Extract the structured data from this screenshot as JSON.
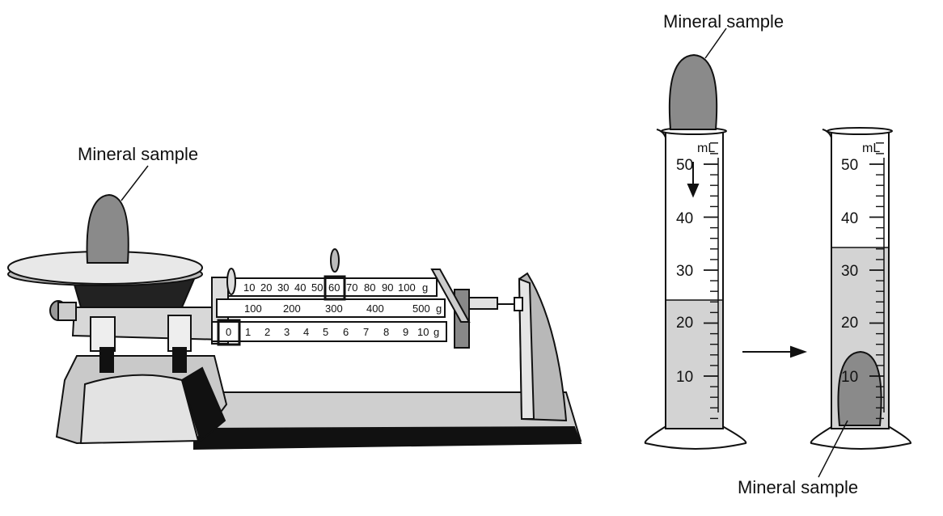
{
  "labels": {
    "balance_sample": "Mineral sample",
    "cylinder_top_sample": "Mineral sample",
    "cylinder_bottom_sample": "Mineral sample"
  },
  "balance": {
    "beam_top": {
      "marks": [
        "10",
        "20",
        "30",
        "40",
        "50",
        "60",
        "70",
        "80",
        "90",
        "100",
        "g"
      ],
      "rider_at": "60"
    },
    "beam_middle": {
      "marks": [
        "100",
        "200",
        "300",
        "400",
        "500",
        "g"
      ],
      "rider_at": "300"
    },
    "beam_bottom": {
      "marks": [
        "0",
        "1",
        "2",
        "3",
        "4",
        "5",
        "6",
        "7",
        "8",
        "9",
        "10",
        "g"
      ],
      "rider_at": "0"
    }
  },
  "cylinders": {
    "unit": "mL",
    "scale_values": [
      10,
      20,
      30,
      40,
      50
    ],
    "scale_labels": [
      "10",
      "20",
      "30",
      "40",
      "50"
    ],
    "before_water_level_ml": 25,
    "after_water_level_ml": 33
  },
  "colors": {
    "water": "#d3d3d3",
    "sample": "#8a8a8a",
    "outline": "#111111"
  }
}
